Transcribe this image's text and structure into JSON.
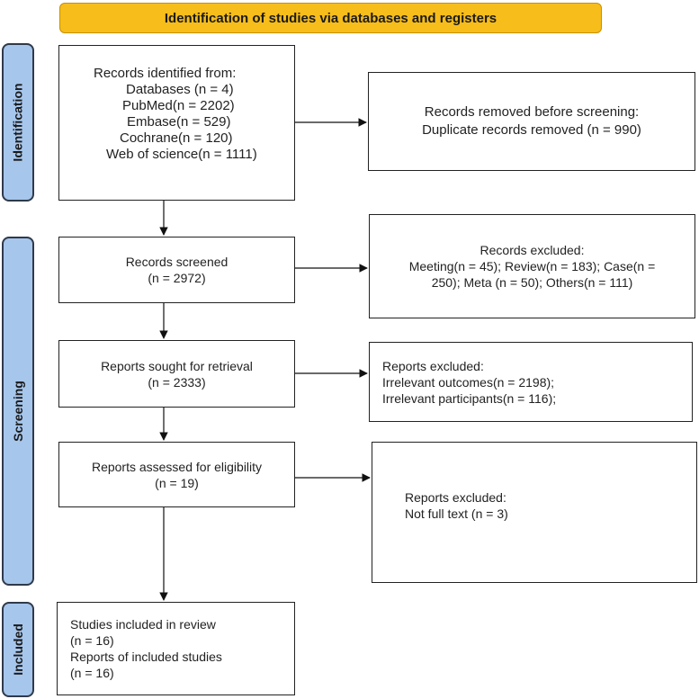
{
  "header": {
    "title": "Identification of studies via databases and registers"
  },
  "phases": {
    "identification": "Identification",
    "screening": "Screening",
    "included": "Included"
  },
  "boxes": {
    "records_identified": {
      "lines": [
        "Records identified from:",
        "Databases (n = 4)",
        "PubMed(n = 2202)",
        "Embase(n = 529)",
        "Cochrane(n = 120)",
        "Web of science(n = 1111)"
      ]
    },
    "records_removed": {
      "lines": [
        "Records removed before screening:",
        "Duplicate records removed  (n = 990)"
      ]
    },
    "records_screened": {
      "lines": [
        "Records screened",
        "(n = 2972)"
      ]
    },
    "records_excluded": {
      "lines": [
        "Records excluded:",
        "Meeting(n = 45); Review(n = 183); Case(n =",
        "250); Meta (n = 50); Others(n = 111)"
      ]
    },
    "reports_sought": {
      "lines": [
        "Reports sought for retrieval",
        "(n = 2333)"
      ]
    },
    "reports_excluded_1": {
      "lines": [
        "Reports excluded:",
        "Irrelevant outcomes(n = 2198);",
        "Irrelevant participants(n = 116);"
      ]
    },
    "reports_assessed": {
      "lines": [
        "Reports assessed for eligibility",
        "(n = 19)"
      ]
    },
    "reports_excluded_2": {
      "lines": [
        "Reports excluded:",
        "Not full text (n = 3)"
      ]
    },
    "studies_included": {
      "lines": [
        "Studies included in review",
        "(n = 16)",
        "Reports of included studies",
        "(n = 16)"
      ]
    }
  }
}
